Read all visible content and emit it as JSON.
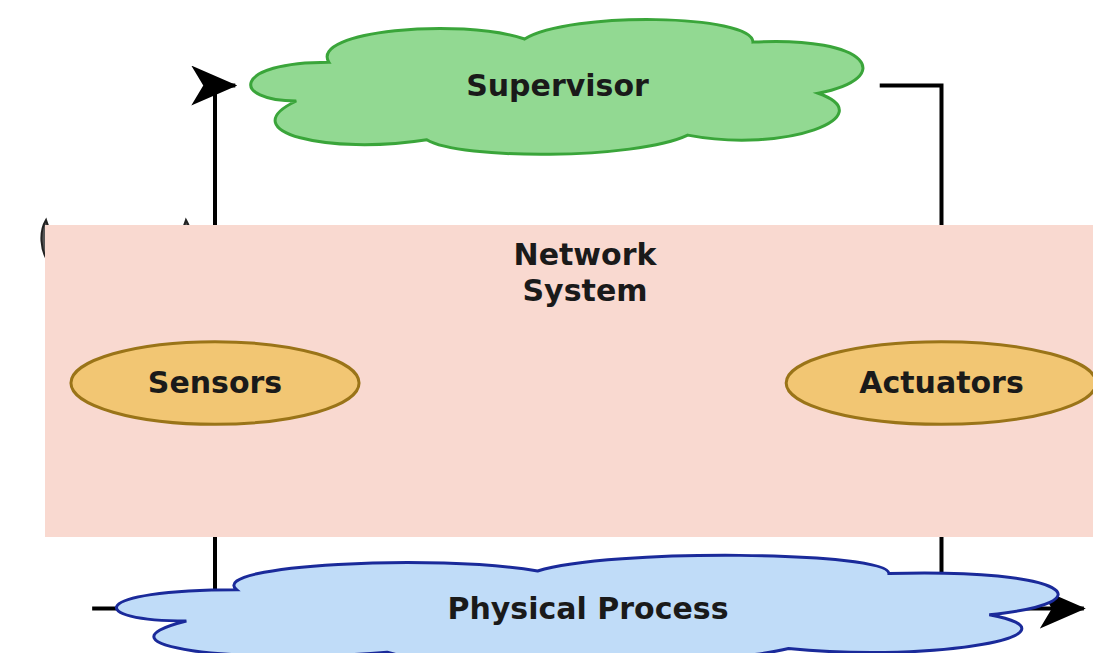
{
  "diagram": {
    "nodes": [
      {
        "text": [
          "Supervisor"
        ]
      },
      {
        "text": [
          "Network System"
        ]
      },
      {
        "text": [
          "Sensors"
        ],
        "in": 1
      },
      {
        "text": [
          "Actuators"
        ],
        "in": 1
      },
      {
        "text": [
          "Physical Process"
        ]
      }
    ],
    "edges": [
      {
        "from": 2,
        "to": 0,
        "arrow": "to"
      },
      {
        "from": 0,
        "to": 3,
        "arrow": "to"
      },
      {
        "from": 3,
        "to": 4,
        "arrow": "to"
      },
      {
        "from": 4,
        "to": 2,
        "arrow": "to"
      }
    ]
  }
}
